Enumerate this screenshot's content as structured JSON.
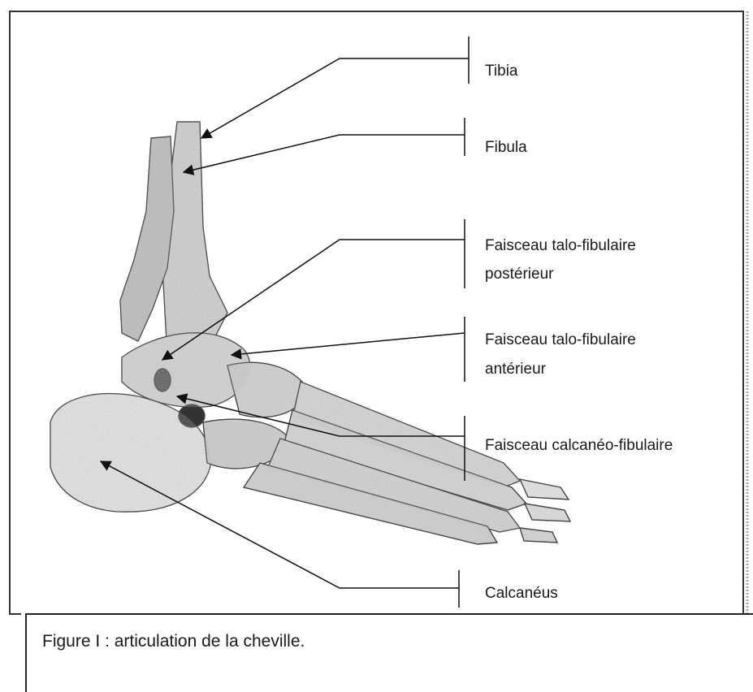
{
  "labels": {
    "tibia": "Tibia",
    "fibula": "Fibula",
    "talo_fib_post_l1": "Faisceau talo-fibulaire",
    "talo_fib_post_l2": "postérieur",
    "talo_fib_ant_l1": "Faisceau talo-fibulaire",
    "talo_fib_ant_l2": "antérieur",
    "calc_fib": "Faisceau calcanéo-fibulaire",
    "calcaneus": "Calcanéus"
  },
  "caption": "Figure I : articulation de la cheville."
}
